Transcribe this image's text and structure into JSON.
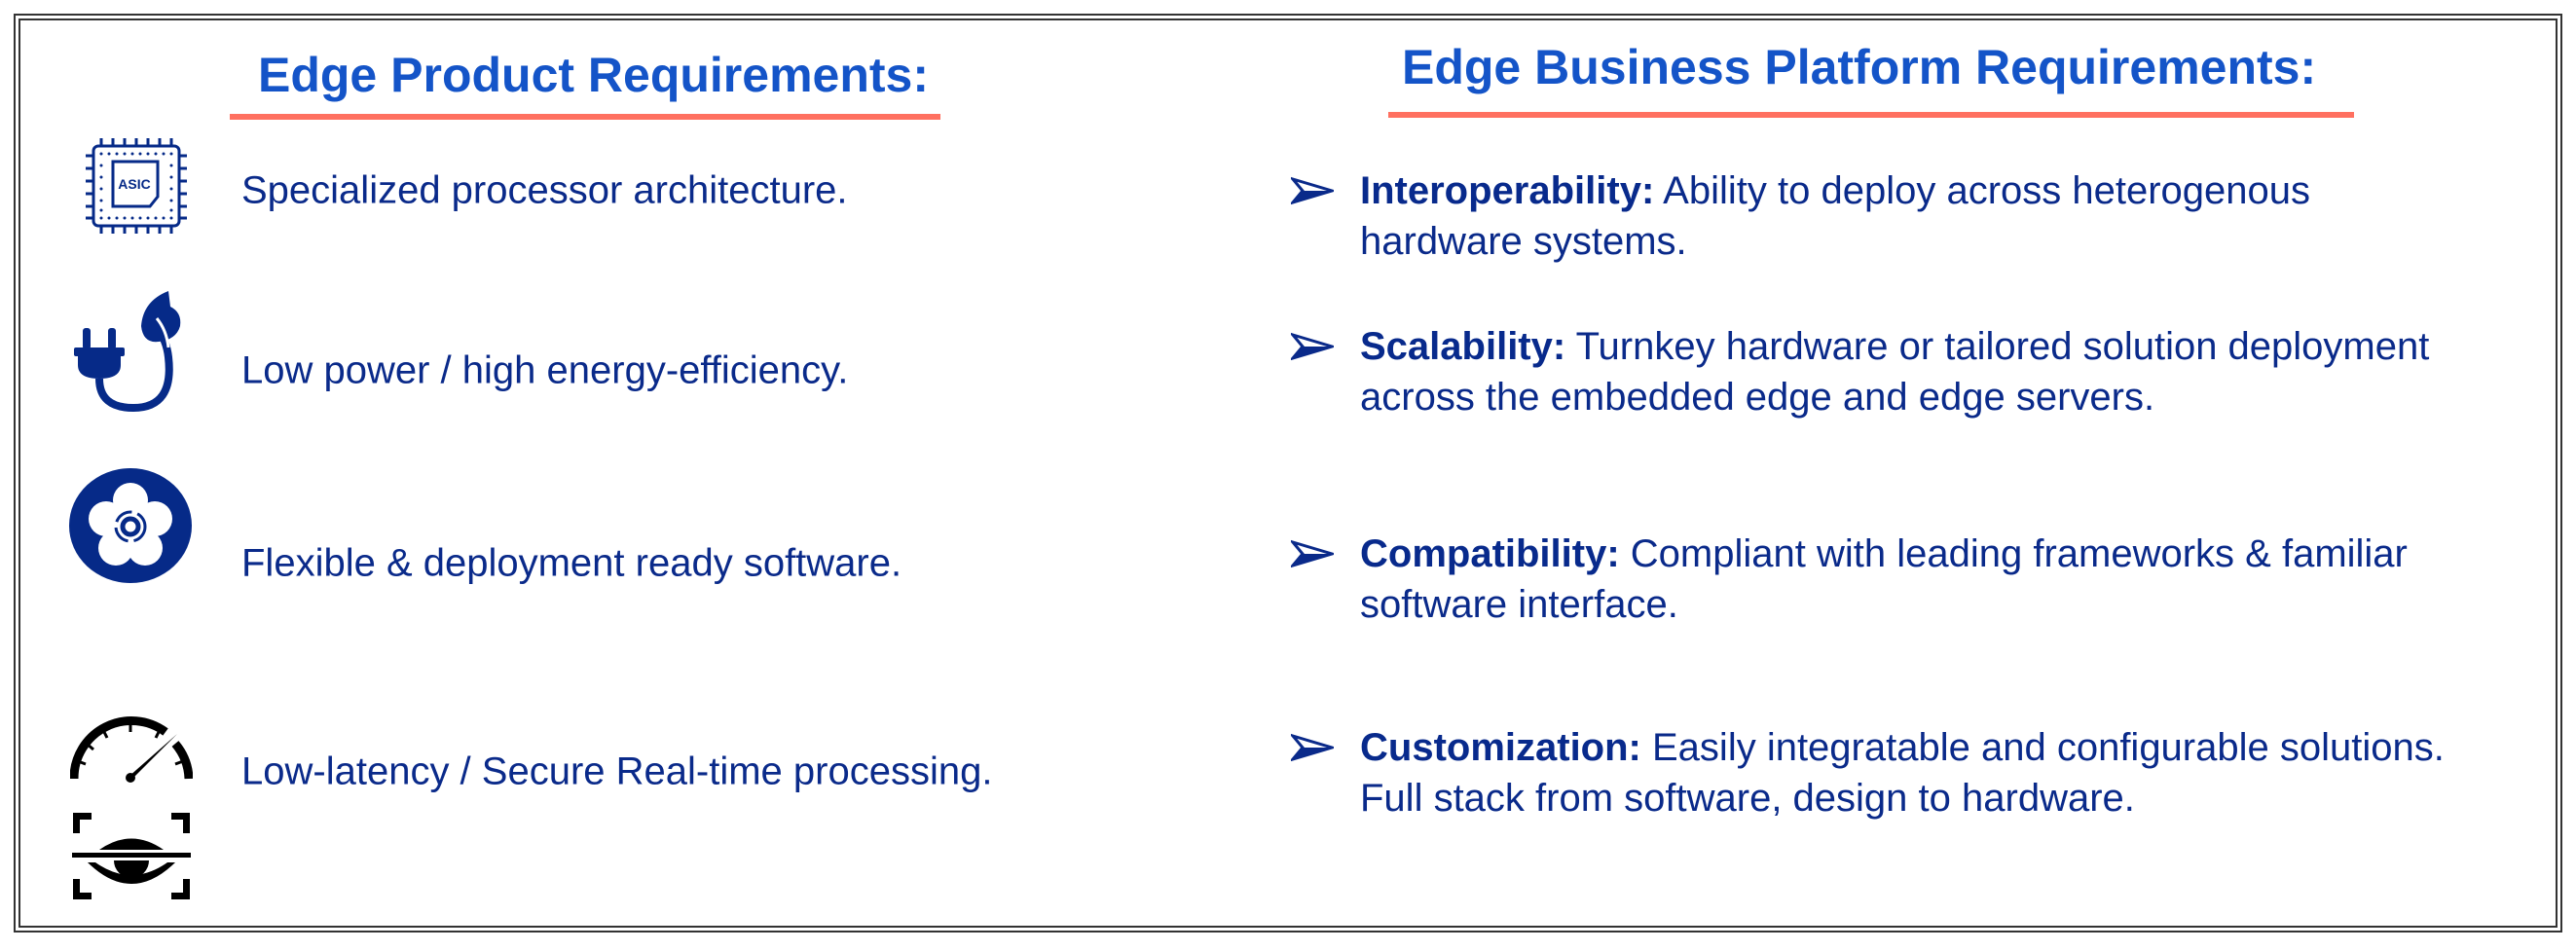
{
  "left": {
    "heading": "Edge Product Requirements:",
    "items": [
      {
        "icon": "asic-chip-icon",
        "chip_label": "ASIC",
        "text": "Specialized processor architecture."
      },
      {
        "icon": "plug-leaf-icon",
        "text": "Low power / high energy-efficiency."
      },
      {
        "icon": "flower-gear-icon",
        "text": "Flexible & deployment ready software."
      },
      {
        "icon": "speedometer-eye-scan-icon",
        "text": "Low-latency / Secure Real-time processing."
      }
    ]
  },
  "right": {
    "heading": "Edge Business Platform Requirements:",
    "items": [
      {
        "title": "Interoperability:",
        "text": "Ability to deploy across heterogenous hardware systems."
      },
      {
        "title": "Scalability:",
        "text": "Turnkey hardware or tailored solution deployment across the embedded edge and edge servers."
      },
      {
        "title": "Compatibility:",
        "text": "Compliant with leading frameworks & familiar software interface."
      },
      {
        "title": "Customization:",
        "text": "Easily integratable and configurable solutions. Full stack from software, design to hardware."
      }
    ]
  },
  "colors": {
    "heading": "#1454c8",
    "body": "#0a2a8a",
    "underline": "#ff7060",
    "icon": "#062a88"
  }
}
